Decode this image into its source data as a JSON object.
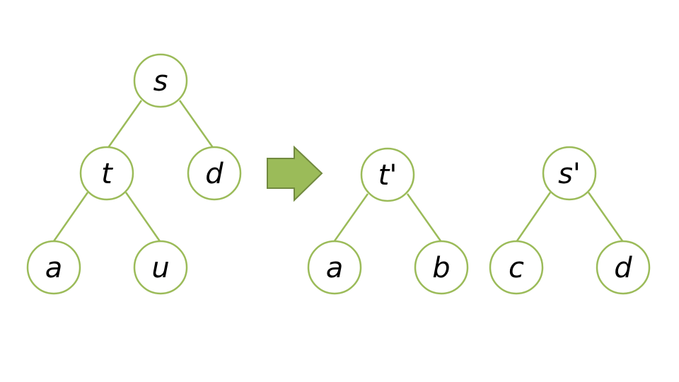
{
  "colors": {
    "node_stroke": "#9bbb59",
    "arrow_fill": "#9bbb59",
    "arrow_stroke": "#71893f",
    "text": "#000000"
  },
  "left_tree": {
    "root": "s",
    "t": "t",
    "d": "d",
    "a": "a",
    "u": "u"
  },
  "right_tree_1": {
    "root": "t'",
    "a": "a",
    "b": "b"
  },
  "right_tree_2": {
    "root": "s'",
    "c": "c",
    "d": "d"
  },
  "transform_arrow": "right-arrow-icon"
}
